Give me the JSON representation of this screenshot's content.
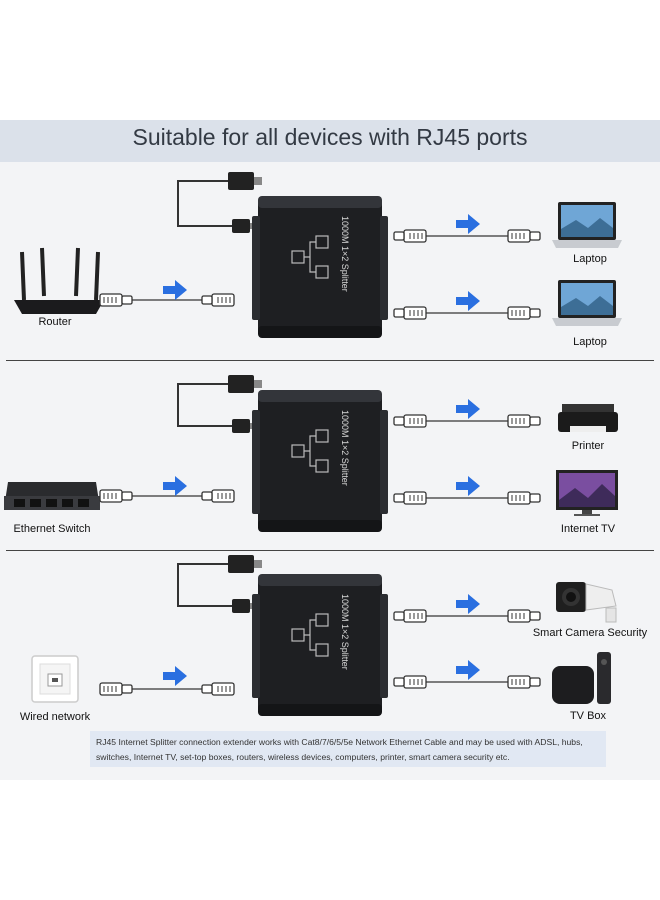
{
  "title": "Suitable for all devices with RJ45 ports",
  "splitter_label": "1000M 1×2 Splitter",
  "sections": [
    {
      "source": "Router",
      "outputs": [
        "Laptop",
        "Laptop"
      ]
    },
    {
      "source": "Ethernet Switch",
      "outputs": [
        "Printer",
        "Internet TV"
      ]
    },
    {
      "source": "Wired network",
      "outputs": [
        "Smart Camera Security",
        "TV Box"
      ]
    }
  ],
  "note": "RJ45 Internet Splitter connection extender works with Cat8/7/6/5/5e Network Ethernet Cable and may be used with ADSL, hubs, switches, Internet TV, set-top boxes, routers, wireless devices, computers, printer, smart camera security etc.",
  "colors": {
    "arrow": "#2a6fe0",
    "header": "#dbe1ea",
    "note_bg": "#e1e8f3"
  }
}
